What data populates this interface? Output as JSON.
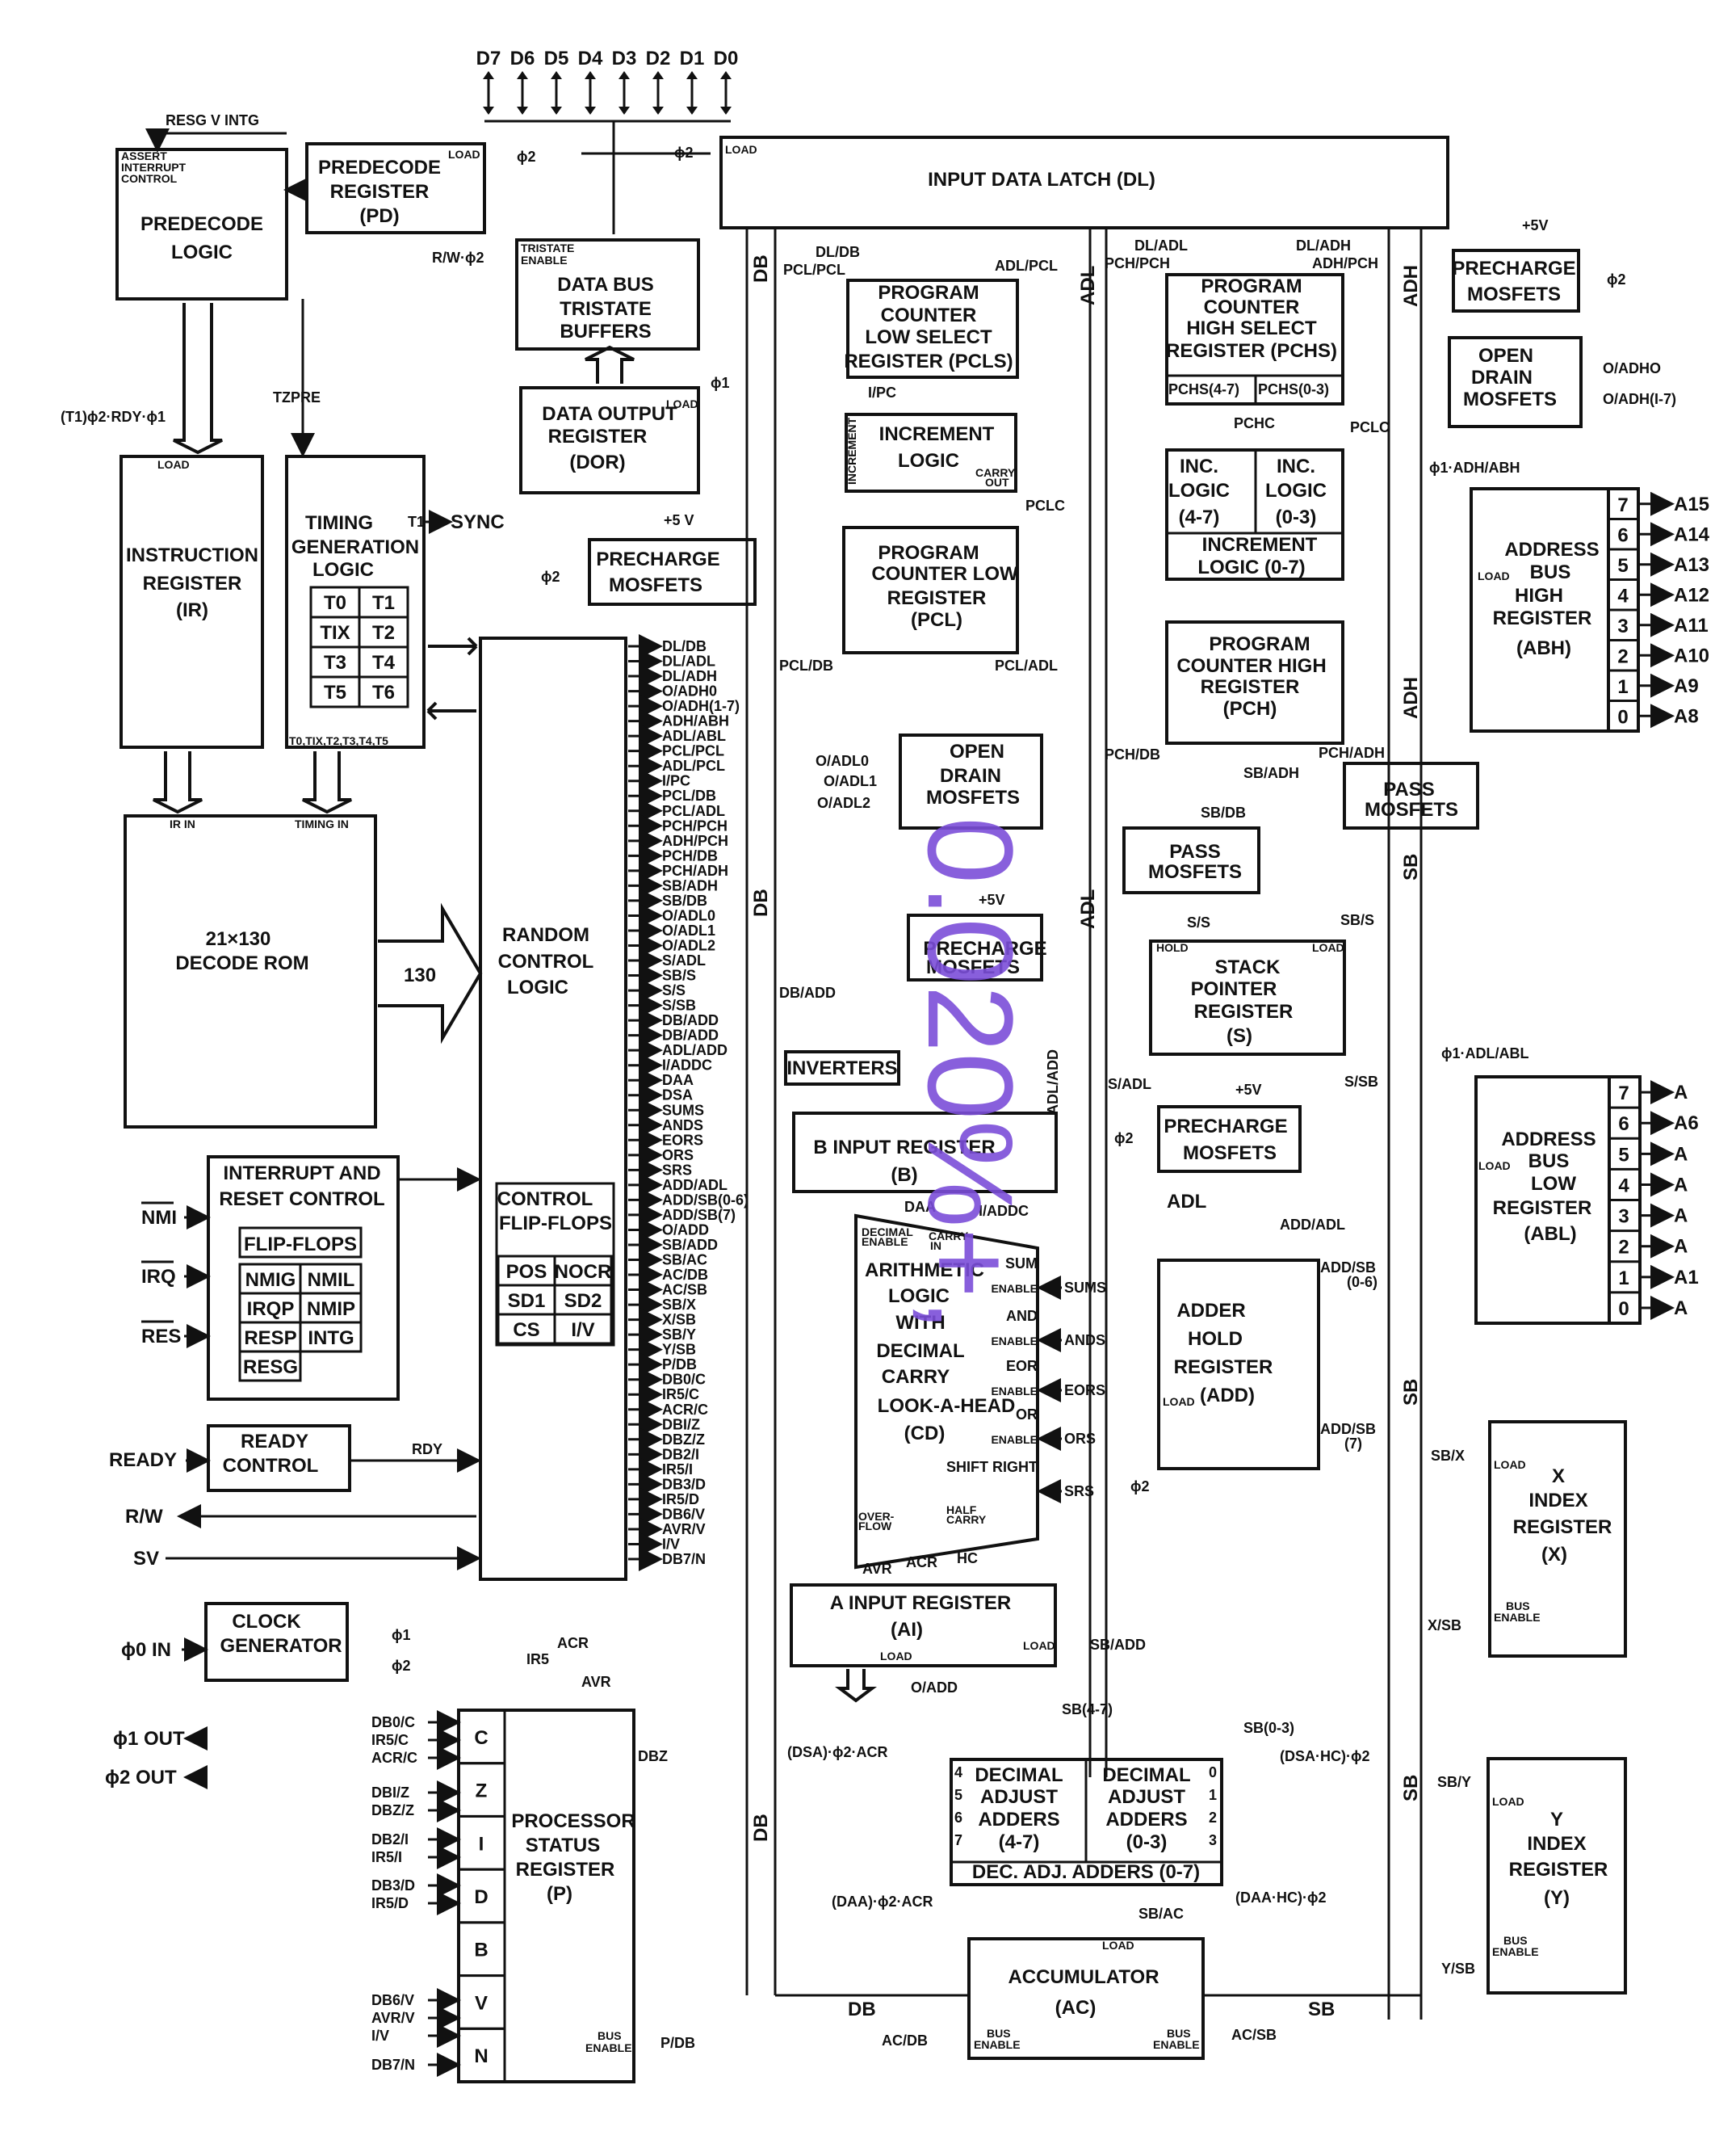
{
  "data_pins": [
    "D7",
    "D6",
    "D5",
    "D4",
    "D3",
    "D2",
    "D1",
    "D0"
  ],
  "top": {
    "resg_intg": "RESG V INTG",
    "assert_interrupt": [
      "ASSERT",
      "INTERRUPT",
      "CONTROL"
    ],
    "predecode_logic": [
      "PREDECODE",
      "LOGIC"
    ],
    "predecode_register": [
      "PREDECODE",
      "REGISTER",
      "(PD)"
    ],
    "load": "LOAD",
    "phi2": "ϕ2",
    "input_data_latch": "INPUT  DATA  LATCH  (DL)",
    "tristate_enable": [
      "TRISTATE",
      "ENABLE"
    ],
    "rw_phi2": "R/W·ϕ2",
    "data_bus_buffers": [
      "DATA  BUS",
      "TRISTATE",
      "BUFFERS"
    ],
    "dor": [
      "DATA  OUTPUT",
      "REGISTER",
      "(DOR)"
    ],
    "phi1": "ϕ1",
    "t1_rdy": "(T1)ϕ2·RDY·ϕ1",
    "tzpre": "TZPRE"
  },
  "ir": {
    "title": [
      "INSTRUCTION",
      "REGISTER",
      "(IR)"
    ],
    "load": "LOAD",
    "in": "IR  IN"
  },
  "timing": {
    "title": [
      "TIMING",
      "GENERATION",
      "LOGIC"
    ],
    "t1": "T1",
    "sync": "SYNC",
    "cells": [
      "T0",
      "T1",
      "TIX",
      "T2",
      "T3",
      "T4",
      "T5",
      "T6"
    ],
    "bottom": "T0,TIX,T2,T3,T4,T5",
    "in": "TIMING  IN"
  },
  "rom": {
    "title": [
      "21×130",
      "DECODE  ROM"
    ],
    "bus": "130"
  },
  "precharge1": {
    "title": [
      "PRECHARGE",
      "MOSFETS"
    ],
    "v": "+5 V",
    "phi2": "ϕ2"
  },
  "rcl": {
    "title": [
      "RANDOM",
      "CONTROL",
      "LOGIC"
    ],
    "cff": [
      "CONTROL",
      "FLIP-FLOPS"
    ],
    "cells": [
      "POS",
      "NOCR",
      "SD1",
      "SD2",
      "CS",
      "I/V"
    ]
  },
  "control_lines": [
    "DL/DB",
    "DL/ADL",
    "DL/ADH",
    "O/ADH0",
    "O/ADH(1-7)",
    "ADH/ABH",
    "ADL/ABL",
    "PCL/PCL",
    "ADL/PCL",
    "I/PC",
    "PCL/DB",
    "PCL/ADL",
    "PCH/PCH",
    "ADH/PCH",
    "PCH/DB",
    "PCH/ADH",
    "SB/ADH",
    "SB/DB",
    "O/ADL0",
    "O/ADL1",
    "O/ADL2",
    "S/ADL",
    "SB/S",
    "S/S",
    "S/SB",
    "DB/ADD",
    "DB/ADD",
    "ADL/ADD",
    "I/ADDC",
    "DAA",
    "DSA",
    "SUMS",
    "ANDS",
    "EORS",
    "ORS",
    "SRS",
    "ADD/ADL",
    "ADD/SB(0-6)",
    "ADD/SB(7)",
    "O/ADD",
    "SB/ADD",
    "SB/AC",
    "AC/DB",
    "AC/SB",
    "SB/X",
    "X/SB",
    "SB/Y",
    "Y/SB",
    "P/DB",
    "DB0/C",
    "IR5/C",
    "ACR/C",
    "DBI/Z",
    "DBZ/Z",
    "DB2/I",
    "IR5/I",
    "DB3/D",
    "IR5/D",
    "DB6/V",
    "AVR/V",
    "I/V",
    "DB7/N"
  ],
  "interrupt": {
    "title": [
      "INTERRUPT  AND",
      "RESET  CONTROL"
    ],
    "ff": "FLIP-FLOPS",
    "cells": [
      "NMIG",
      "NMIL",
      "IRQP",
      "NMIP",
      "RESP",
      "INTG",
      "RESG"
    ],
    "pins": [
      "NMI",
      "IRQ",
      "RES"
    ]
  },
  "ready": {
    "title": [
      "READY",
      "CONTROL"
    ],
    "pin": "READY",
    "rdy": "RDY",
    "rw": "R/W",
    "sv": "SV"
  },
  "clock": {
    "title": [
      "CLOCK",
      "GENERATOR"
    ],
    "phi0": "ϕ0  IN",
    "phi1": "ϕ1",
    "phi2": "ϕ2",
    "out1": "ϕ1  OUT",
    "out2": "ϕ2  OUT"
  },
  "psr": {
    "title": [
      "PROCESSOR",
      "STATUS",
      "REGISTER",
      "(P)"
    ],
    "flags": [
      "C",
      "Z",
      "I",
      "D",
      "B",
      "V",
      "N"
    ],
    "in_top": [
      "IR5",
      "ACR",
      "AVR"
    ],
    "left": [
      "DB0/C",
      "IR5/C",
      "ACR/C",
      "DBI/Z",
      "DBZ/Z",
      "DB2/I",
      "IR5/I",
      "DB3/D",
      "IR5/D",
      "DB6/V",
      "AVR/V",
      "I/V",
      "DB7/N"
    ],
    "dbz": "DBZ",
    "bus_enable": [
      "BUS",
      "ENABLE"
    ],
    "pdb": "P/DB"
  },
  "pcls": {
    "title": [
      "PROGRAM",
      "COUNTER",
      "LOW  SELECT",
      "REGISTER (PCLS)"
    ],
    "ipc": "I/PC",
    "dldb": "DL/DB",
    "pclpcl": "PCL/PCL",
    "adlpcl": "ADL/PCL"
  },
  "inc_low": {
    "title": [
      "INCREMENT",
      "LOGIC"
    ],
    "inc": "INCREMENT",
    "carry": [
      "CARRY",
      "OUT"
    ],
    "pclc": "PCLC"
  },
  "pcl": {
    "title": [
      "PROGRAM",
      "COUNTER LOW",
      "REGISTER",
      "(PCL)"
    ],
    "pcldb": "PCL/DB",
    "pcladl": "PCL/ADL"
  },
  "od_low": {
    "title": [
      "OPEN",
      "DRAIN",
      "MOSFETS"
    ],
    "lines": [
      "O/ADL0",
      "O/ADL1",
      "O/ADL2"
    ]
  },
  "precharge2": {
    "title": [
      "PRECHARGE",
      "MOSFETS"
    ],
    "v": "+5V",
    "dbadd": "DB/ADD"
  },
  "inverters": "INVERTERS",
  "b_reg": {
    "title": "B  INPUT  REGISTER",
    "sub": "(B)",
    "daa_lbl": "DAA",
    "iaddc": "I/ADDC",
    "decimal_enable": [
      "DECIMAL",
      "ENABLE"
    ],
    "carry_in": [
      "CARRY",
      "IN"
    ],
    "adl_add": "ADL/ADD"
  },
  "alu": {
    "title": [
      "ARITHMETIC",
      "LOGIC",
      "WITH",
      "DECIMAL",
      "CARRY",
      "LOOK-A-HEAD",
      "(CD)"
    ],
    "ops": [
      "SUM",
      "AND",
      "EOR",
      "OR",
      "SHIFT  RIGHT"
    ],
    "ctl": [
      "SUMS",
      "ANDS",
      "EORS",
      "ORS",
      "SRS"
    ],
    "enable": "ENABLE",
    "overflow": [
      "OVER-",
      "FLOW"
    ],
    "half_carry": [
      "HALF",
      "CARRY"
    ],
    "avr": "AVR",
    "acr": "ACR",
    "hc": "HC"
  },
  "ai": {
    "title": [
      "A  INPUT  REGISTER",
      "(AI)"
    ],
    "sbadd": "SB/ADD",
    "oadd": "O/ADD"
  },
  "dec_adj": {
    "left": [
      "DECIMAL",
      "ADJUST",
      "ADDERS",
      "(4-7)"
    ],
    "right": [
      "DECIMAL",
      "ADJUST",
      "ADDERS",
      "(0-3)"
    ],
    "bottom": "DEC. ADJ. ADDERS (0-7)",
    "sb47": "SB(4-7)",
    "sb03": "SB(0-3)",
    "dsa_acr": "(DSA)·ϕ2·ACR",
    "dsa_hc": "(DSA·HC)·ϕ2",
    "daa_acr": "(DAA)·ϕ2·ACR",
    "daa_hc": "(DAA·HC)·ϕ2",
    "bits_l": [
      "4",
      "5",
      "6",
      "7"
    ],
    "bits_r": [
      "0",
      "1",
      "2",
      "3"
    ]
  },
  "acc": {
    "title": [
      "ACCUMULATOR",
      "(AC)"
    ],
    "sbac": "SB/AC",
    "acdb": "AC/DB",
    "acsb": "AC/SB"
  },
  "pchs": {
    "title": [
      "PROGRAM",
      "COUNTER",
      "HIGH  SELECT",
      "REGISTER (PCHS)"
    ],
    "split": [
      "PCHS(4-7)",
      "PCHS(0-3)"
    ],
    "dladh": "DL/ADH",
    "adhpch": "ADH/PCH",
    "dladl": "DL/ADL",
    "pchpch": "PCH/PCH",
    "pchc": "PCHC",
    "pclc": "PCLC"
  },
  "inc_hi": {
    "left": [
      "INC.",
      "LOGIC",
      "(4-7)"
    ],
    "right": [
      "INC.",
      "LOGIC",
      "(0-3)"
    ],
    "bottom": [
      "INCREMENT",
      "LOGIC (0-7)"
    ]
  },
  "pch": {
    "title": [
      "PROGRAM",
      "COUNTER  HIGH",
      "REGISTER",
      "(PCH)"
    ],
    "pchdb": "PCH/DB",
    "pchadh": "PCH/ADH"
  },
  "precharge3": {
    "title": [
      "PRECHARGE",
      "MOSFETS"
    ],
    "v": "+5V"
  },
  "od_hi": {
    "title": [
      "OPEN",
      "DRAIN",
      "MOSFETS"
    ],
    "lines": [
      "O/ADHO",
      "O/ADH(I-7)"
    ]
  },
  "abh": {
    "title": [
      "ADDRESS",
      "BUS",
      "HIGH",
      "REGISTER",
      "(ABH)"
    ],
    "ctl": "ϕ1·ADH/ABH",
    "bits": [
      "7",
      "6",
      "5",
      "4",
      "3",
      "2",
      "1",
      "0"
    ],
    "pins": [
      "A15",
      "A14",
      "A13",
      "A12",
      "A11",
      "A10",
      "A9",
      "A8"
    ]
  },
  "pass_hi": {
    "title": [
      "PASS",
      "MOSFETS"
    ],
    "sbadh": "SB/ADH"
  },
  "pass_lo": {
    "title": [
      "PASS",
      "MOSFETS"
    ],
    "sbdb": "SB/DB"
  },
  "sp": {
    "title": [
      "STACK",
      "POINTER",
      "REGISTER",
      "(S)"
    ],
    "ss": "S/S",
    "sbs": "SB/S",
    "sadl": "S/ADL",
    "ssb": "S/SB",
    "hold": "HOLD"
  },
  "precharge4": {
    "title": [
      "PRECHARGE",
      "MOSFETS"
    ],
    "v": "+5V"
  },
  "abl": {
    "title": [
      "ADDRESS",
      "BUS",
      "LOW",
      "REGISTER",
      "(ABL)"
    ],
    "ctl": "ϕ1·ADL/ABL",
    "bits": [
      "7",
      "6",
      "5",
      "4",
      "3",
      "2",
      "1",
      "0"
    ],
    "pins": [
      "A",
      "A6",
      "A",
      "A",
      "A",
      "A",
      "A1",
      "A"
    ]
  },
  "add": {
    "title": [
      "ADDER",
      "HOLD",
      "REGISTER",
      "(ADD)"
    ],
    "addadl": "ADD/ADL",
    "addsb06": [
      "ADD/SB",
      "(0-6)"
    ],
    "addsb7": [
      "ADD/SB",
      "(7)"
    ]
  },
  "x": {
    "title": [
      "X",
      "INDEX",
      "REGISTER",
      "(X)"
    ],
    "sbx": "SB/X",
    "xsb": "X/SB"
  },
  "y": {
    "title": [
      "Y",
      "INDEX",
      "REGISTER",
      "(Y)"
    ],
    "sby": "SB/Y",
    "ysb": "Y/SB"
  },
  "buses": {
    "db": "DB",
    "adl": "ADL",
    "adh": "ADH",
    "sb": "SB"
  },
  "watermark": "0.020%+,"
}
